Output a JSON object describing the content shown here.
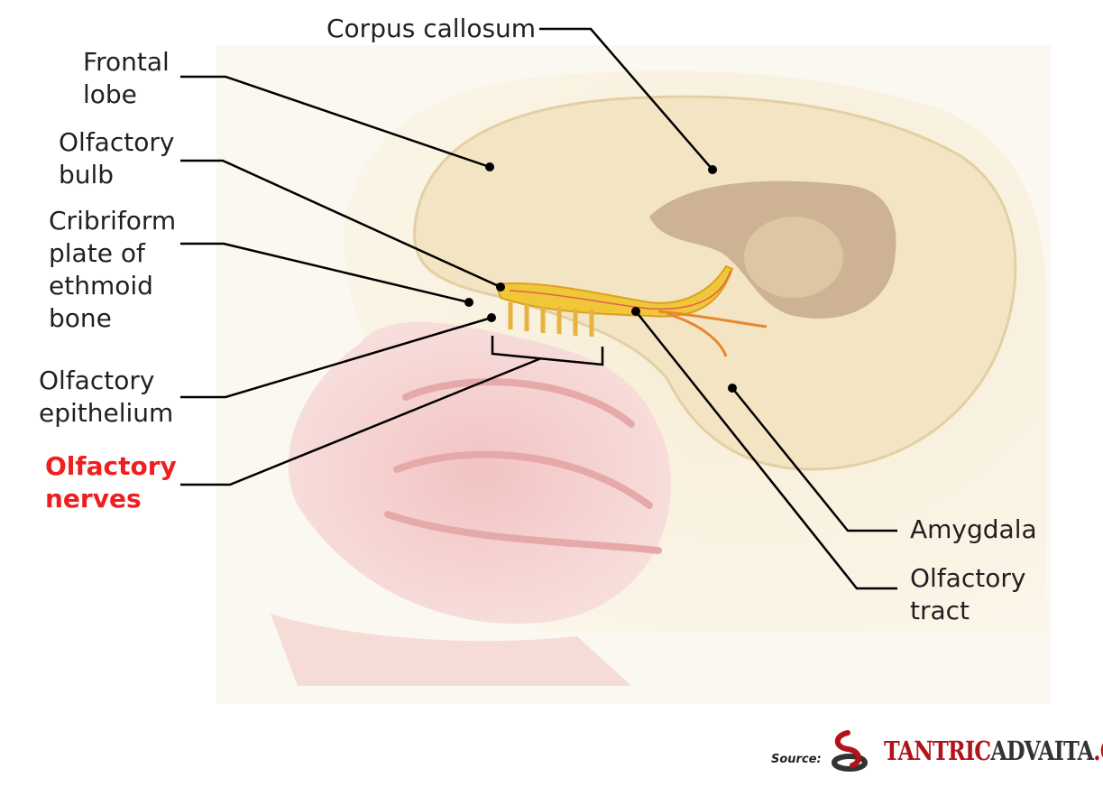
{
  "labels": {
    "corpus_callosum": "Corpus callosum",
    "frontal_lobe": "Frontal\nlobe",
    "olfactory_bulb": "Olfactory\nbulb",
    "cribriform_plate": "Cribriform\nplate of\nethmoid\nbone",
    "olfactory_epithelium": "Olfactory\nepithelium",
    "olfactory_nerves": "Olfactory\nnerves",
    "amygdala": "Amygdala",
    "olfactory_tract": "Olfactory\ntract"
  },
  "source": {
    "label": "Source:",
    "brand_part1": "TANTRIC",
    "brand_part2": "ADVAITA",
    "brand_part3": ".ORG"
  },
  "colors": {
    "highlight": "#f01e1e",
    "brand_red": "#b3121b",
    "leader": "#000000"
  }
}
